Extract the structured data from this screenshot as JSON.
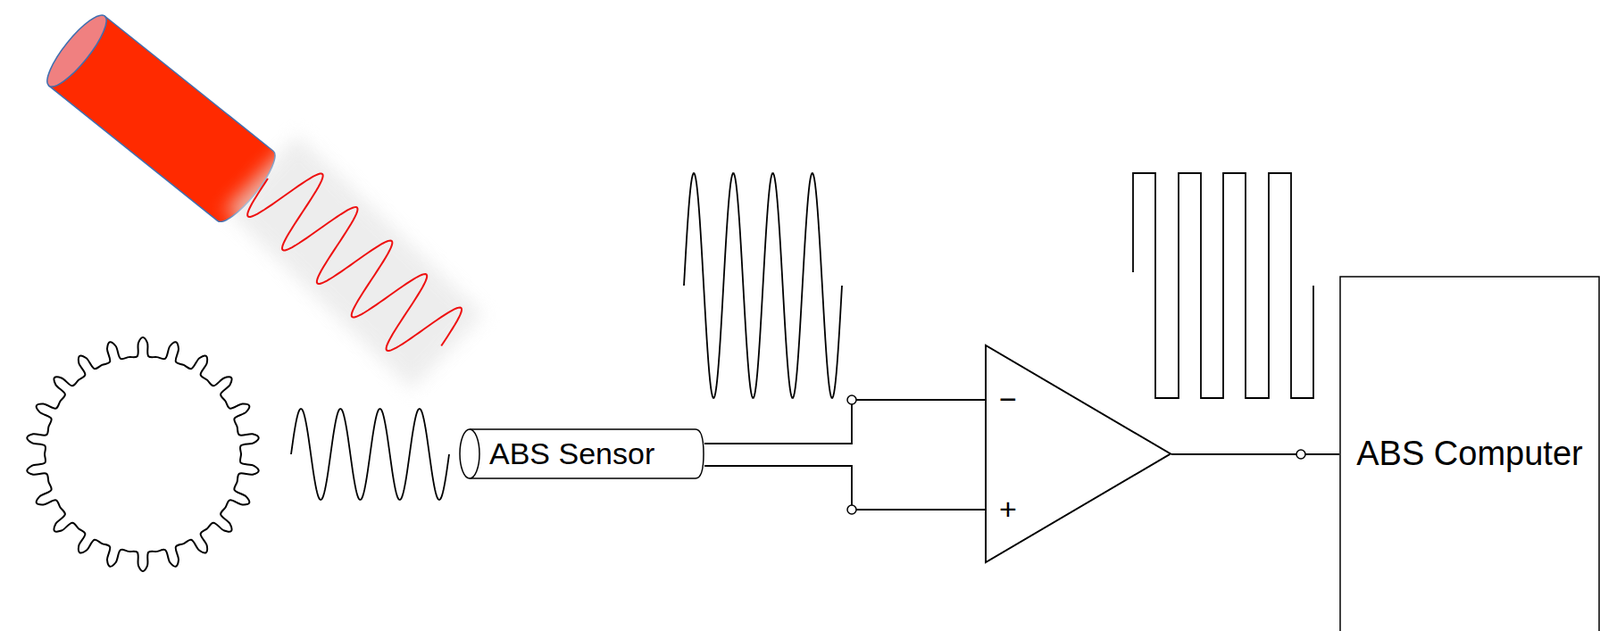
{
  "diagram": {
    "nodes": [
      {
        "text": [
          "ABS Sensor"
        ]
      },
      {
        "text": [
          "−",
          "+"
        ]
      },
      {
        "text": [
          "ABS Computer"
        ]
      }
    ],
    "edges": [
      {
        "from": 0,
        "to": 1,
        "arrow": "none"
      },
      {
        "from": 0,
        "to": 1,
        "arrow": "none"
      },
      {
        "from": 1,
        "to": 2,
        "arrow": "none"
      }
    ]
  }
}
